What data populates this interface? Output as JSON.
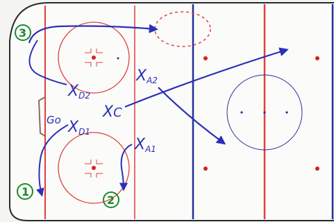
{
  "colors": {
    "rink_line_red": "#e0403a",
    "rink_line_blue": "#23309a",
    "faceoff_dot": "#d52222",
    "marker_blue": "#2b2fb8",
    "marker_green": "#1a8a2a",
    "goal_brown": "#8a6a60"
  },
  "labels": {
    "d2": "D2",
    "d1": "D1",
    "c": "C",
    "a2": "A2",
    "a1": "A1",
    "goalie": "Go",
    "n1": "1",
    "n2": "2",
    "n3": "3"
  }
}
